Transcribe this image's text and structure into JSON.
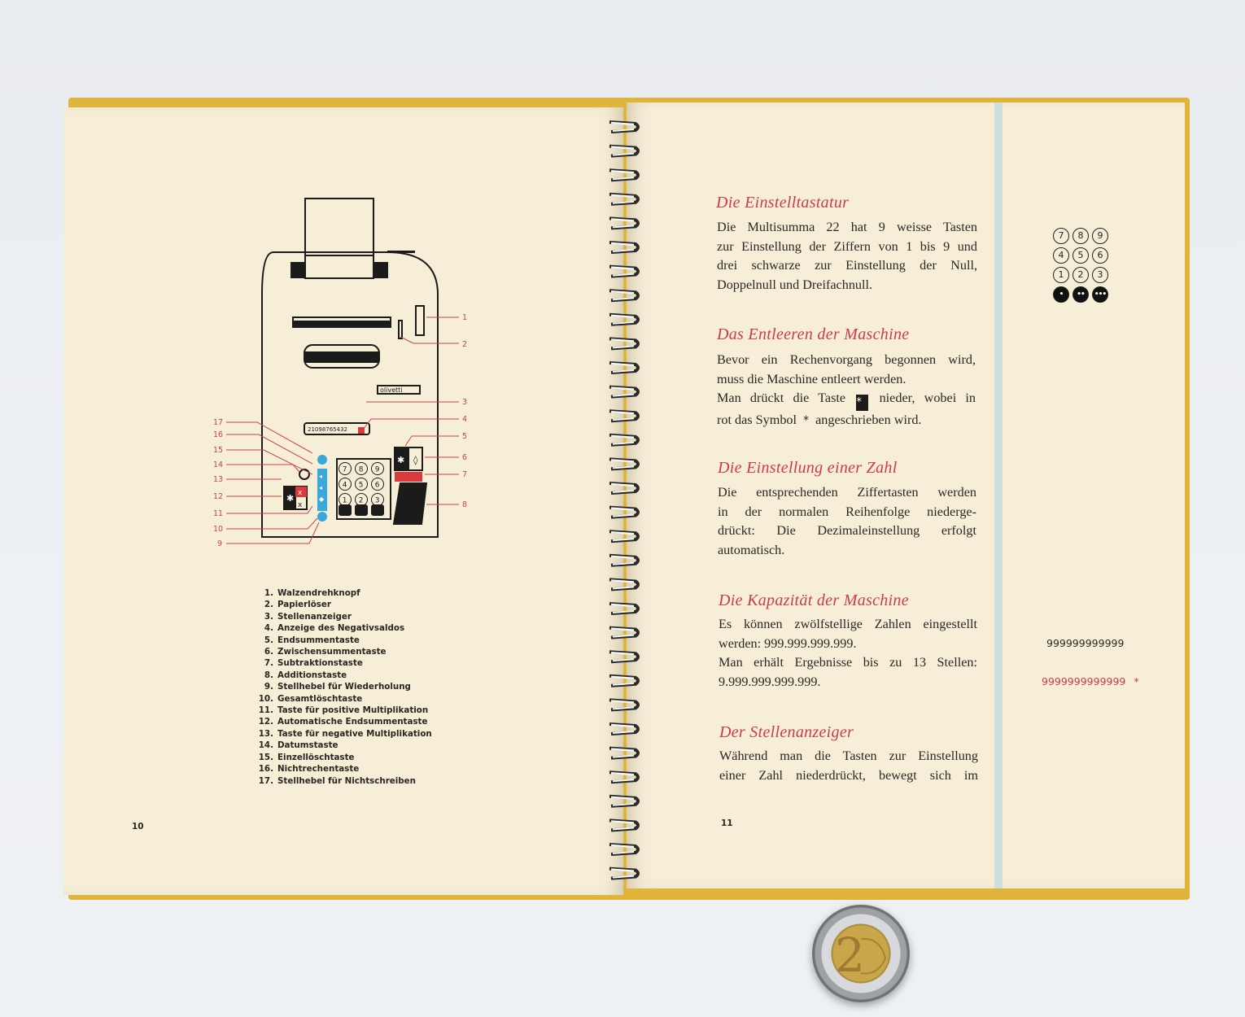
{
  "left_page": {
    "page_number": "10",
    "diagram_brand": "olivetti",
    "diagram_digit_display": "21098765432",
    "callouts": [
      "1",
      "2",
      "3",
      "4",
      "5",
      "6",
      "7",
      "8",
      "9",
      "10",
      "11",
      "12",
      "13",
      "14",
      "15",
      "16",
      "17"
    ],
    "keypad_keys": [
      "7",
      "8",
      "9",
      "4",
      "5",
      "6",
      "1",
      "2",
      "3"
    ],
    "legend": [
      {
        "num": "1.",
        "label": "Walzendrehknopf"
      },
      {
        "num": "2.",
        "label": "Papierlöser"
      },
      {
        "num": "3.",
        "label": "Stellenanzeiger"
      },
      {
        "num": "4.",
        "label": "Anzeige des Negativsaldos"
      },
      {
        "num": "5.",
        "label": "Endsummentaste"
      },
      {
        "num": "6.",
        "label": "Zwischensummentaste"
      },
      {
        "num": "7.",
        "label": "Subtraktionstaste"
      },
      {
        "num": "8.",
        "label": "Additionstaste"
      },
      {
        "num": "9.",
        "label": "Stellhebel für Wiederholung"
      },
      {
        "num": "10.",
        "label": "Gesamtlöschtaste"
      },
      {
        "num": "11.",
        "label": "Taste für positive Multiplikation"
      },
      {
        "num": "12.",
        "label": "Automatische Endsummentaste"
      },
      {
        "num": "13.",
        "label": "Taste für negative Multiplikation"
      },
      {
        "num": "14.",
        "label": "Datumstaste"
      },
      {
        "num": "15.",
        "label": "Einzellöschtaste"
      },
      {
        "num": "16.",
        "label": "Nichtrechentaste"
      },
      {
        "num": "17.",
        "label": "Stellhebel für Nichtschreiben"
      }
    ]
  },
  "right_page": {
    "page_number": "11",
    "sections": [
      {
        "heading": "Die Einstelltastatur",
        "lines": [
          "Die Multisumma 22 hat 9 weisse Tasten",
          "zur Einstellung der Ziffern von 1 bis 9 und",
          "drei schwarze zur Einstellung der Null,",
          "Doppelnull und Dreifachnull."
        ]
      },
      {
        "heading": "Das Entleeren der Maschine",
        "lines": [
          "Bevor ein Rechenvorgang begonnen wird,",
          "muss die Maschine entleert werden."
        ],
        "line3_before": "Man drückt die Taste",
        "key_symbol": "*",
        "line3_after": "nieder, wobei in",
        "line4_before": "rot das Symbol",
        "red_symbol": "*",
        "line4_after": "angeschrieben wird."
      },
      {
        "heading": "Die Einstellung einer Zahl",
        "lines": [
          "Die entsprechenden Ziffertasten werden",
          "in der normalen Reihenfolge niederge-",
          "drückt: Die Dezimaleinstellung erfolgt",
          "automatisch."
        ]
      },
      {
        "heading": "Die Kapazität der Maschine",
        "lines": [
          "Es können zwölfstellige Zahlen eingestellt",
          "werden: 999.999.999.999.",
          "Man erhält Ergebnisse bis zu 13 Stellen:",
          "9.999.999.999.999."
        ]
      },
      {
        "heading": "Der Stellenanzeiger",
        "lines": [
          "Während man die Tasten zur Einstellung",
          "einer Zahl niederdrückt, bewegt sich im"
        ]
      }
    ],
    "margin_keypad": {
      "rows": [
        [
          "7",
          "8",
          "9"
        ],
        [
          "4",
          "5",
          "6"
        ],
        [
          "1",
          "2",
          "3"
        ]
      ],
      "zero_keys": [
        "•",
        "••",
        "•••"
      ]
    },
    "margin_capacity_black": "999999999999",
    "margin_capacity_red": "9999999999999",
    "margin_capacity_red_symbol": "*"
  },
  "colors": {
    "heading_red": "#cc3b4d",
    "paper": "#f6eed7",
    "cover_yellow": "#e0b33a",
    "diagram_blue": "#39a9dc"
  }
}
